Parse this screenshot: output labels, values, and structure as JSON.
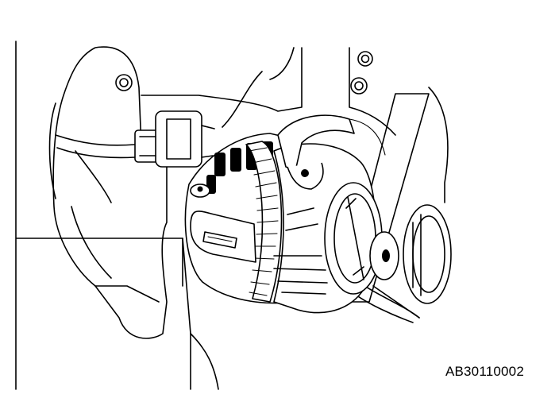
{
  "figure": {
    "code": "AB30110002"
  },
  "colors": {
    "ink": "#000000",
    "paper": "#ffffff"
  },
  "components": [
    "engine-block",
    "wiring-harness-connector",
    "mounting-bolt",
    "alternator",
    "alternator-pulley",
    "drive-belt",
    "idler-pulley"
  ]
}
